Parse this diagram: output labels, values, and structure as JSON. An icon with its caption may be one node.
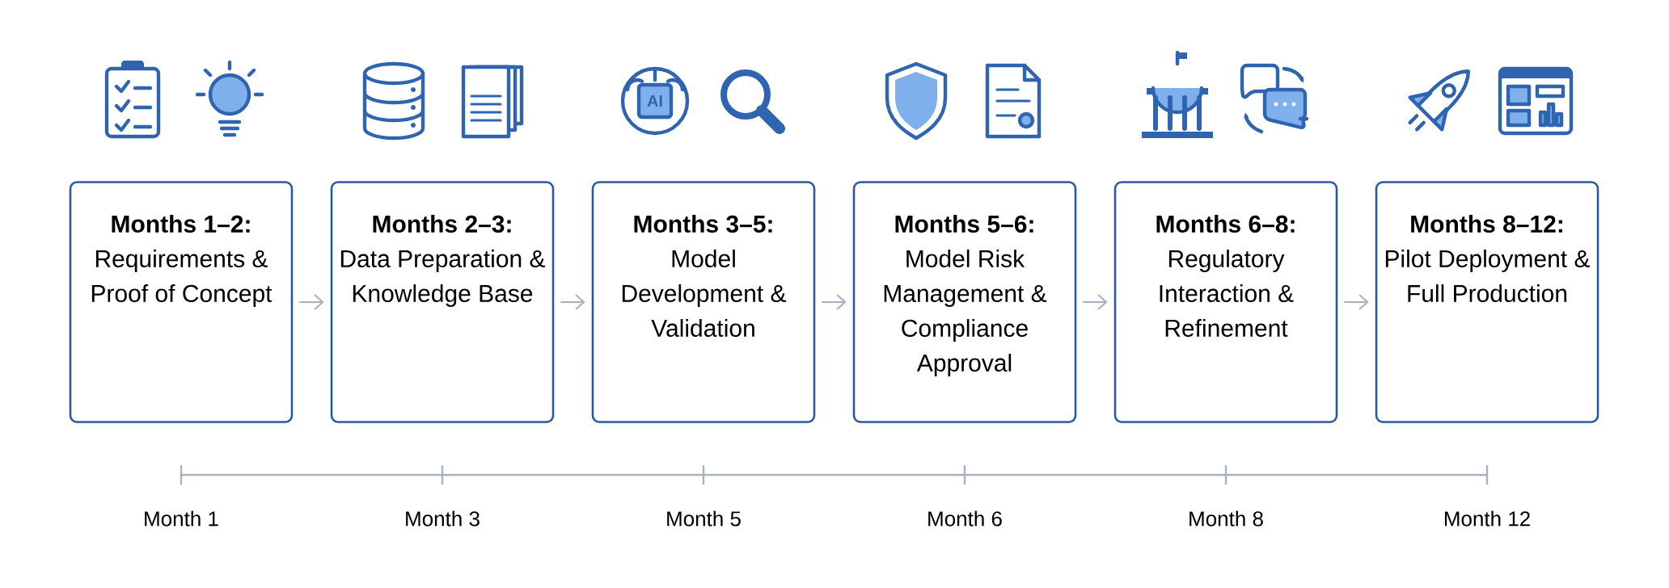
{
  "diagram": {
    "nodes": [
      {
        "text": [
          "Months 1–2:",
          "Requirements & Proof of Concept"
        ]
      },
      {
        "text": [
          "Months 2–3:",
          "Data Preparation & Knowledge Base"
        ]
      },
      {
        "text": [
          "Months 3–5:",
          "Model Development & Validation"
        ]
      },
      {
        "text": [
          "Months 5–6:",
          "Model Risk Management & Compliance Approval"
        ]
      },
      {
        "text": [
          "Months 6–8:",
          "Regulatory Interaction & Refinement"
        ]
      },
      {
        "text": [
          "Months 8–12:",
          "Pilot Deployment & Full Production"
        ]
      }
    ],
    "edges": [
      {
        "from": 0,
        "to": 1,
        "arrow": "to"
      },
      {
        "from": 1,
        "to": 2,
        "arrow": "to"
      },
      {
        "from": 2,
        "to": 3,
        "arrow": "to"
      },
      {
        "from": 3,
        "to": 4,
        "arrow": "to"
      },
      {
        "from": 4,
        "to": 5,
        "arrow": "to"
      }
    ],
    "labels": [
      "AI",
      "Month 1",
      "Month 3",
      "Month 5",
      "Month 6",
      "Month 8",
      "Month 12"
    ]
  }
}
